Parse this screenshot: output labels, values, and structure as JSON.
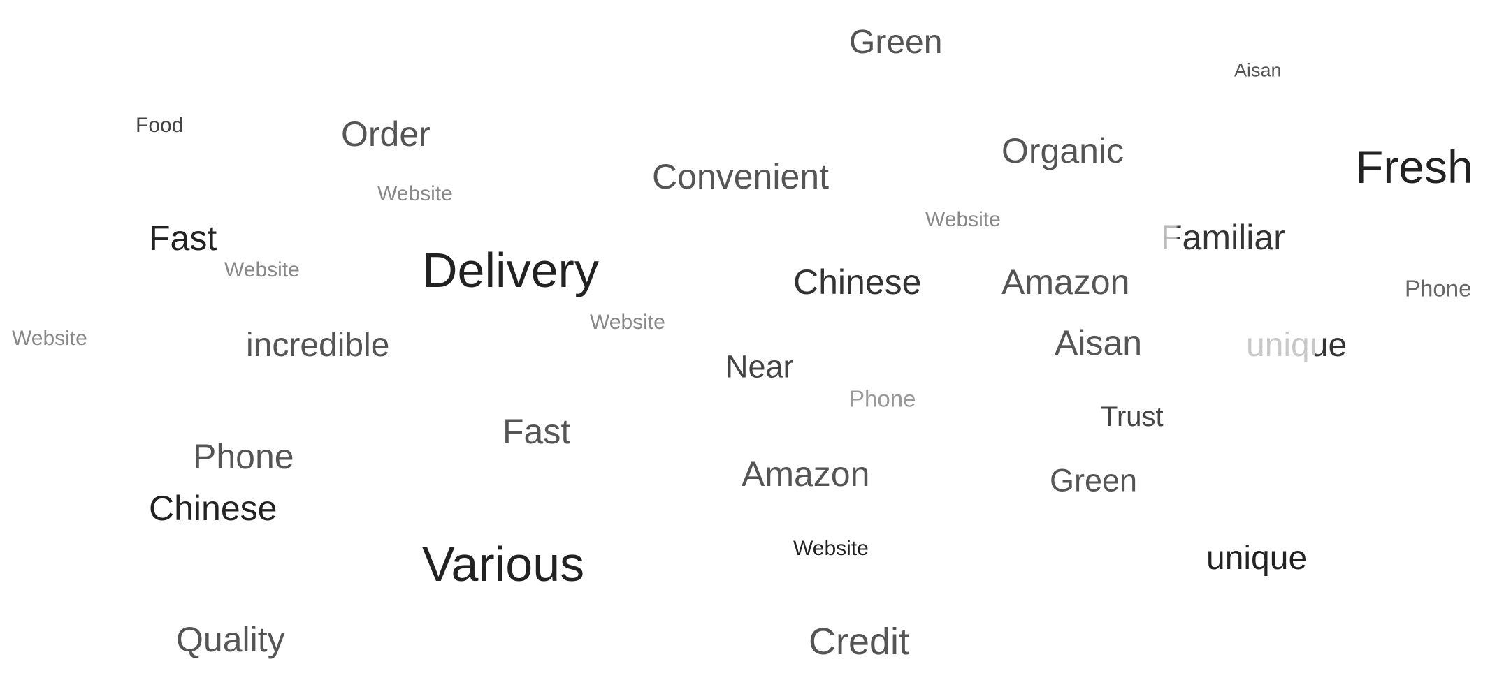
{
  "words": [
    "Green",
    "Aisan",
    "Food",
    "Order",
    "Convenient",
    "Organic",
    "Fresh",
    "Website",
    "Website",
    "Fast",
    "Familiar",
    "Website",
    "Delivery",
    "Chinese",
    "Amazon",
    "Phone",
    "Website",
    "Website",
    "incredible",
    "Aisan",
    "unique",
    "Near",
    "Phone",
    "Trust",
    "Fast",
    "Phone",
    "Amazon",
    "Green",
    "Chinese",
    "Website",
    "unique",
    "Various",
    "Quality",
    "Credit"
  ]
}
